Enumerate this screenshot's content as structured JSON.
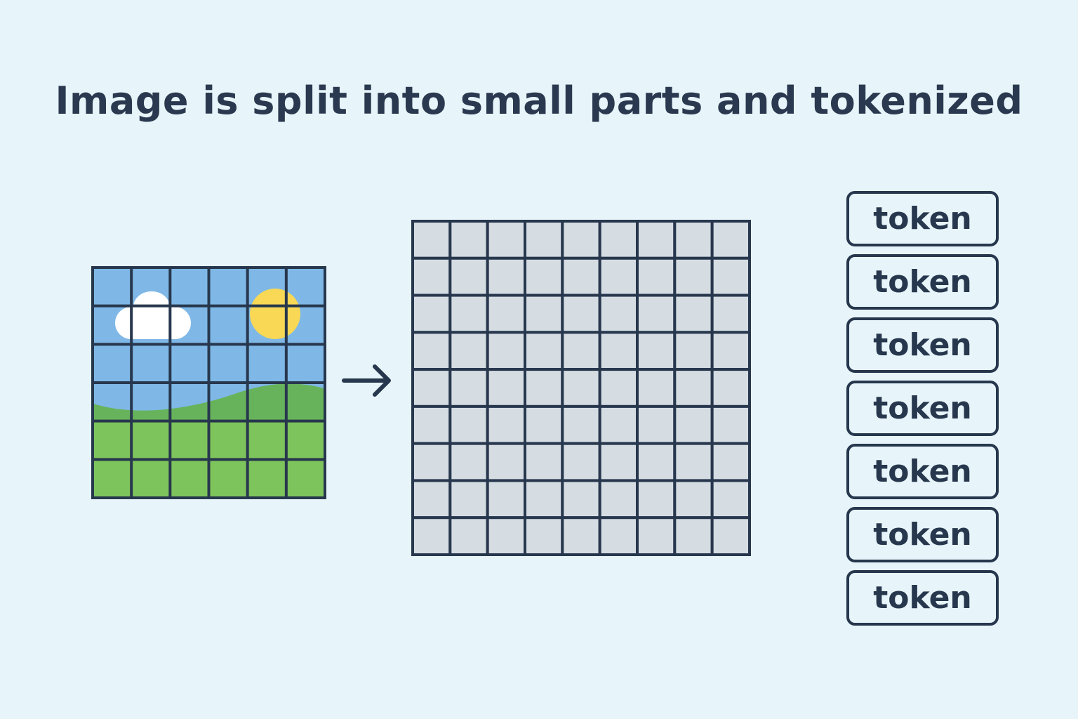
{
  "title": "Image is split into small parts and tokenized",
  "landscape_image": {
    "grid_rows": 6,
    "grid_cols": 6,
    "colors": {
      "sky": "#7fb8e6",
      "cloud": "#ffffff",
      "sun": "#f8d855",
      "hill": "#67b35c",
      "grass": "#7ec45c",
      "grid_line": "#27374d"
    }
  },
  "arrow": {
    "icon": "right-arrow-icon"
  },
  "patch_grid": {
    "rows": 9,
    "cols": 9,
    "colors": {
      "cell": "#d5dde3",
      "line": "#27374d"
    }
  },
  "tokens": [
    "token",
    "token",
    "token",
    "token",
    "token",
    "token",
    "token"
  ]
}
